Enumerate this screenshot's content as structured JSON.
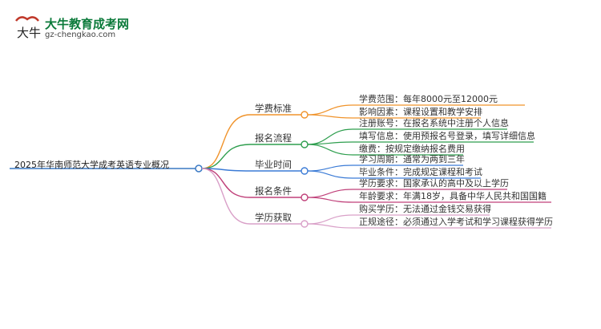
{
  "logo": {
    "name": "大牛教育成考网",
    "url": "gz-chengkao.com",
    "mark_text": "大牛"
  },
  "colors": {
    "root_line": "#3a79c4",
    "tuition": "#f0932b",
    "registration": "#2e9e4e",
    "graduation": "#3b7bd6",
    "conditions": "#c0417a",
    "degree": "#d9a0c8"
  },
  "mindmap": {
    "root": "2025年华南师范大学成考英语专业概况",
    "branches": [
      {
        "key": "tuition",
        "label": "学费标准",
        "children": [
          "学费范围：每年8000元至12000元",
          "影响因素：课程设置和教学安排"
        ]
      },
      {
        "key": "registration",
        "label": "报名流程",
        "children": [
          "注册账号：在报名系统中注册个人信息",
          "填写信息：使用预报名号登录，填写详细信息",
          "缴费：按规定缴纳报名费用"
        ]
      },
      {
        "key": "graduation",
        "label": "毕业时间",
        "children": [
          "学习周期：通常为两到三年",
          "毕业条件：完成规定课程和考试"
        ]
      },
      {
        "key": "conditions",
        "label": "报名条件",
        "children": [
          "学历要求：国家承认的高中及以上学历",
          "年龄要求：年满18岁，具备中华人民共和国国籍"
        ]
      },
      {
        "key": "degree",
        "label": "学历获取",
        "children": [
          "购买学历：无法通过金钱交易获得",
          "正规途径：必须通过入学考试和学习课程获得学历"
        ]
      }
    ]
  }
}
